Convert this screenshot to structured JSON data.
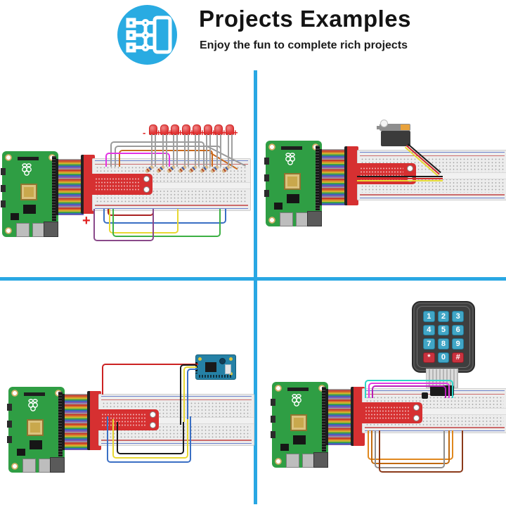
{
  "header": {
    "title": "Projects Examples",
    "subtitle": "Enjoy the fun to complete rich projects",
    "icon": "project-diagram-icon",
    "accent_color": "#29abe2"
  },
  "dividers": {
    "color": "#29a7e3"
  },
  "palette": {
    "pi_board_green": "#2f9e44",
    "cobbler_red": "#d63031",
    "breadboard_gray": "#ececec",
    "led_red": "#e23b3b",
    "keypad_body": "#3e3e3e",
    "keypad_key_blue": "#41a6c6",
    "keypad_key_red": "#c9323e",
    "sensor_module_teal": "#2581a6",
    "servo_body_gray": "#3b3b3b",
    "servo_band_orange": "#e8a23c"
  },
  "quadrants": {
    "top_left": {
      "component": "led-array-project",
      "led_count": 8,
      "polarity": {
        "minus": "-",
        "plus": "+",
        "rail_plus": "+"
      }
    },
    "top_right": {
      "component": "servo-motor-project"
    },
    "bottom_left": {
      "component": "sensor-module-project"
    },
    "bottom_right": {
      "component": "membrane-keypad-project",
      "keypad": {
        "keys": [
          {
            "label": "1"
          },
          {
            "label": "2"
          },
          {
            "label": "3"
          },
          {
            "label": "4"
          },
          {
            "label": "5"
          },
          {
            "label": "6"
          },
          {
            "label": "7"
          },
          {
            "label": "8"
          },
          {
            "label": "9"
          },
          {
            "label": "*"
          },
          {
            "label": "0"
          },
          {
            "label": "#"
          }
        ]
      }
    }
  }
}
